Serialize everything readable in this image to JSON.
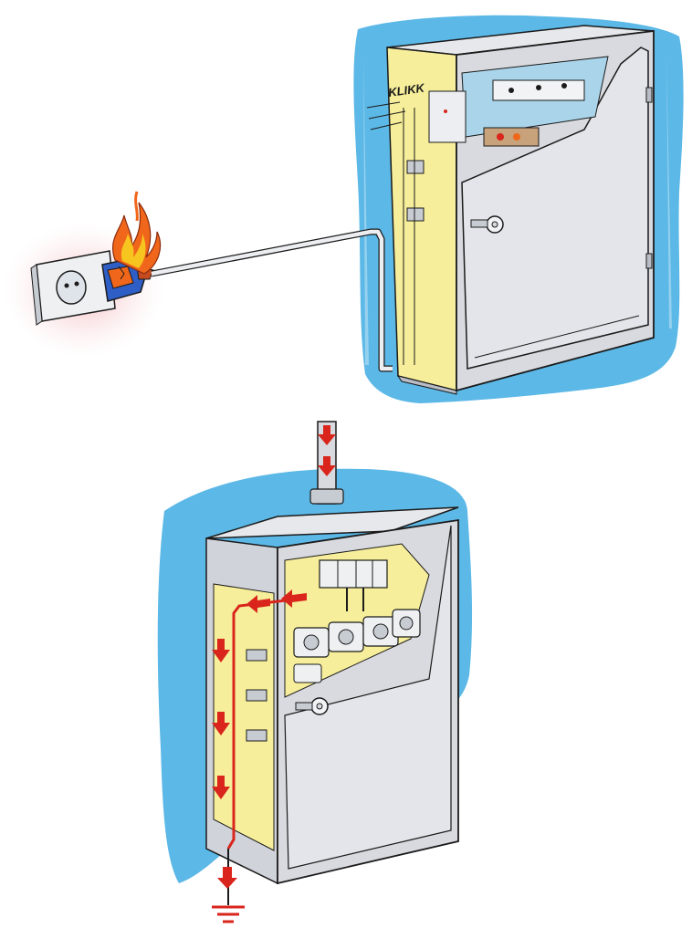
{
  "panels": [
    {
      "name": "top-panel",
      "sound_label": "KLIKK"
    },
    {
      "name": "bottom-panel"
    }
  ],
  "colors": {
    "wall_blue": "#5cb8e6",
    "cabinet_gray": "#d9dadf",
    "cabinet_shadow": "#b8bcc6",
    "interior_yellow": "#f6ee9a",
    "arrow_red": "#d9251c",
    "fire_orange": "#f0671b",
    "fire_yellow": "#f7c51f",
    "socket_blue": "#2f5ec6",
    "scorch_pink": "#f6d3d6"
  },
  "icons": [
    "flame-icon",
    "key-icon",
    "ground-symbol-icon",
    "arrow-down-icon",
    "arrow-left-icon"
  ]
}
